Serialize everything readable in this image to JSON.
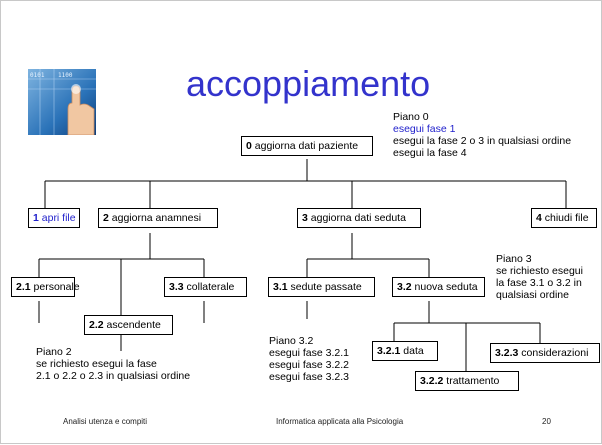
{
  "slide": {
    "title": "accoppiamento",
    "footer_left": "Analisi utenza e compiti",
    "footer_center": "Informatica applicata alla Psicologia",
    "page_number": "20"
  },
  "colors": {
    "title": "#3333cc",
    "highlight": "#2222cc"
  },
  "nodes": {
    "n0": {
      "num": "0",
      "label": " aggiorna dati paziente"
    },
    "n1": {
      "num": "1",
      "label": " apri file"
    },
    "n2": {
      "num": "2",
      "label": " aggiorna anamnesi"
    },
    "n3": {
      "num": "3",
      "label": " aggiorna dati seduta"
    },
    "n4": {
      "num": "4",
      "label": " chiudi file"
    },
    "n21": {
      "num": "2.1",
      "label": " personale"
    },
    "n22": {
      "num": "2.2",
      "label": " ascendente"
    },
    "n23": {
      "num": "3.3",
      "label": " collaterale"
    },
    "n31": {
      "num": "3.1",
      "label": " sedute passate"
    },
    "n32": {
      "num": "3.2",
      "label": " nuova seduta"
    },
    "n321": {
      "num": "3.2.1",
      "label": " data"
    },
    "n322": {
      "num": "3.2.2",
      "label": " trattamento"
    },
    "n323": {
      "num": "3.2.3",
      "label": " considerazioni"
    }
  },
  "plans": {
    "p0": [
      "Piano 0",
      "esegui fase 1",
      "esegui la fase 2 o 3 in qualsiasi ordine",
      "esegui la fase 4"
    ],
    "p3": [
      "Piano 3",
      "se richiesto esegui",
      "la fase 3.1 o 3.2 in",
      "qualsiasi ordine"
    ],
    "p32": [
      "Piano 3.2",
      "esegui fase 3.2.1",
      "esegui fase 3.2.2",
      "esegui fase 3.2.3"
    ],
    "p2": [
      "Piano 2",
      "se richiesto esegui la fase",
      "2.1 o 2.2 o 2.3 in qualsiasi ordine"
    ]
  },
  "icons": {
    "logo": "hand-touching-digital-screen-icon"
  }
}
